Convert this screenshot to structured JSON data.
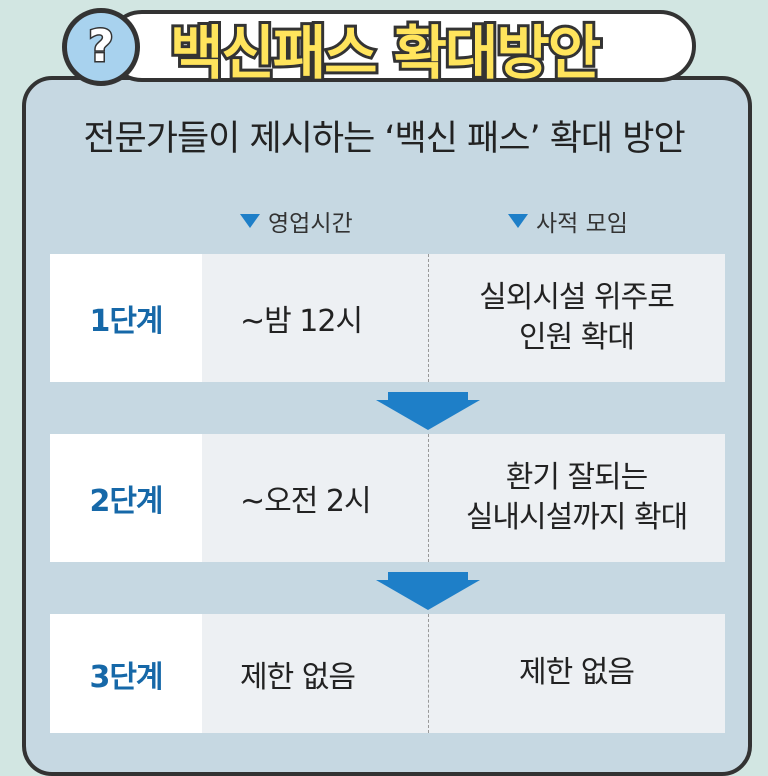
{
  "header": {
    "icon": "question-mark",
    "icon_glyph": "?",
    "title": "백신패스 확대방안"
  },
  "subtitle": "전문가들이 제시하는 ‘백신 패스’ 확대 방안",
  "columns": {
    "hours": "영업시간",
    "gatherings": "사적 모임"
  },
  "stages": [
    {
      "label": "1단계",
      "hours": "~밤 12시",
      "gatherings": [
        "실외시설 위주로",
        "인원 확대"
      ]
    },
    {
      "label": "2단계",
      "hours": "~오전 2시",
      "gatherings": [
        "환기 잘되는",
        "실내시설까지 확대"
      ]
    },
    {
      "label": "3단계",
      "hours": "제한 없음",
      "gatherings": [
        "제한 없음"
      ]
    }
  ],
  "colors": {
    "background": "#d2e6e2",
    "panel": "#c6d8e2",
    "accent_blue": "#1e7fc8",
    "title_yellow": "#ffe45c",
    "stage_text": "#1668a8"
  }
}
